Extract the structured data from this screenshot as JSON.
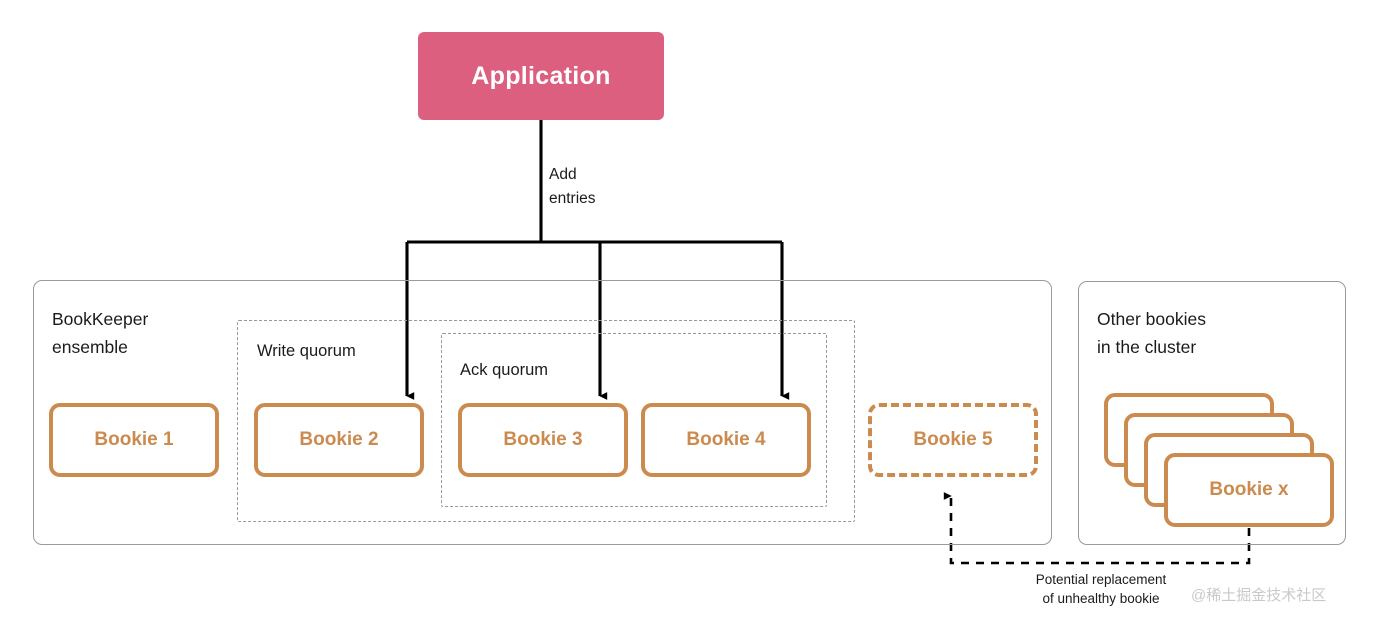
{
  "diagram": {
    "title": "BookKeeper ensemble write path",
    "application": {
      "label": "Application",
      "color": "#dd5f80"
    },
    "flow_label": "Add\nentries",
    "containers": [
      {
        "id": "ensemble",
        "title": "BookKeeper\nensemble",
        "border_color": "#9a9a9a"
      },
      {
        "id": "other-bookies",
        "title": "Other bookies\nin the cluster",
        "border_color": "#9a9a9a"
      }
    ],
    "quorums": [
      {
        "id": "write-quorum",
        "label": "Write quorum",
        "style": "dashed"
      },
      {
        "id": "ack-quorum",
        "label": "Ack quorum",
        "style": "dashed"
      }
    ],
    "bookies": [
      {
        "id": "bookie-1",
        "label": "Bookie 1",
        "style": "solid",
        "in_write_quorum": false,
        "in_ack_quorum": false,
        "receives_write": false
      },
      {
        "id": "bookie-2",
        "label": "Bookie 2",
        "style": "solid",
        "in_write_quorum": true,
        "in_ack_quorum": false,
        "receives_write": true
      },
      {
        "id": "bookie-3",
        "label": "Bookie 3",
        "style": "solid",
        "in_write_quorum": true,
        "in_ack_quorum": true,
        "receives_write": true
      },
      {
        "id": "bookie-4",
        "label": "Bookie 4",
        "style": "solid",
        "in_write_quorum": true,
        "in_ack_quorum": true,
        "receives_write": true
      },
      {
        "id": "bookie-5",
        "label": "Bookie 5",
        "style": "dashed",
        "in_write_quorum": false,
        "in_ack_quorum": false,
        "receives_write": false
      }
    ],
    "bookie_stack": {
      "label": "Bookie x",
      "card_count": 4,
      "color": "#cc8b4e"
    },
    "annotation": {
      "label": "Potential  replacement\nof unhealthy bookie",
      "style": "dashed-arrow",
      "from": "Bookie x",
      "to": "Bookie 5"
    },
    "colors": {
      "accent_pink": "#dd5f80",
      "bookie_tan": "#cc8b4e",
      "container_gray": "#9a9a9a",
      "connector_black": "#000000",
      "watermark_gray": "#c9c9c9"
    }
  },
  "watermark": {
    "text": "@稀土掘金技术社区"
  }
}
